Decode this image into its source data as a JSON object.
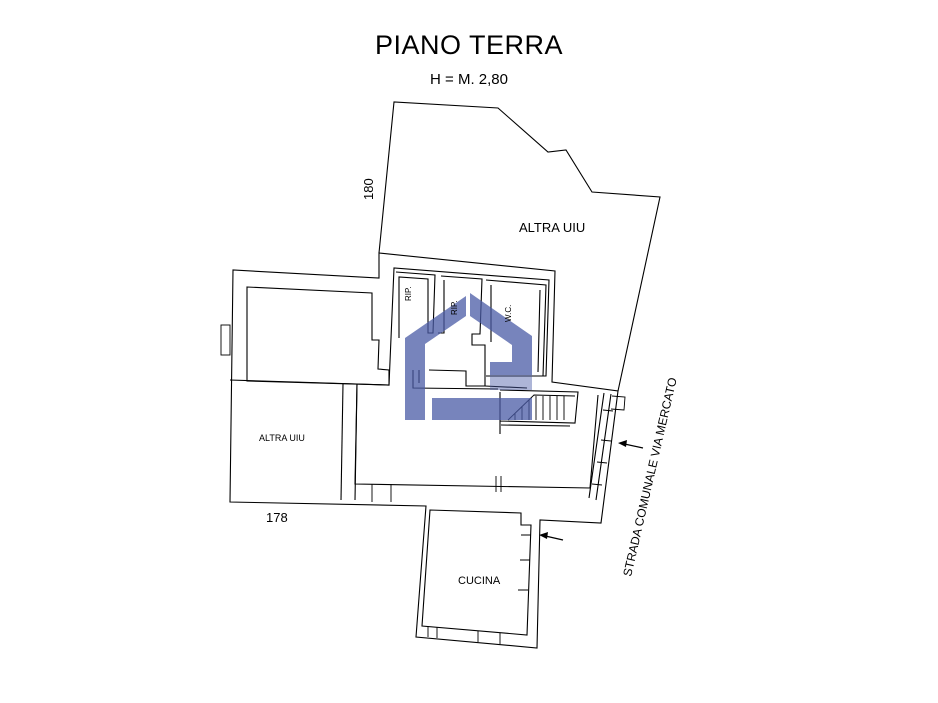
{
  "header": {
    "title": "PIANO TERRA",
    "subtitle": "H = M. 2,80"
  },
  "labels": {
    "parcel_180": "180",
    "parcel_178": "178",
    "altra_uiu_top": "ALTRA UIU",
    "altra_uiu_left": "ALTRA UIU",
    "rip_1": "RIP.",
    "rip_2": "RIP.",
    "wc": "W.C.",
    "cucina": "CUCINA",
    "street": "STRADA COMUNALE VIA MERCATO"
  },
  "watermark": {
    "color": "#4a5ba6",
    "icon": "house-logo-icon"
  }
}
